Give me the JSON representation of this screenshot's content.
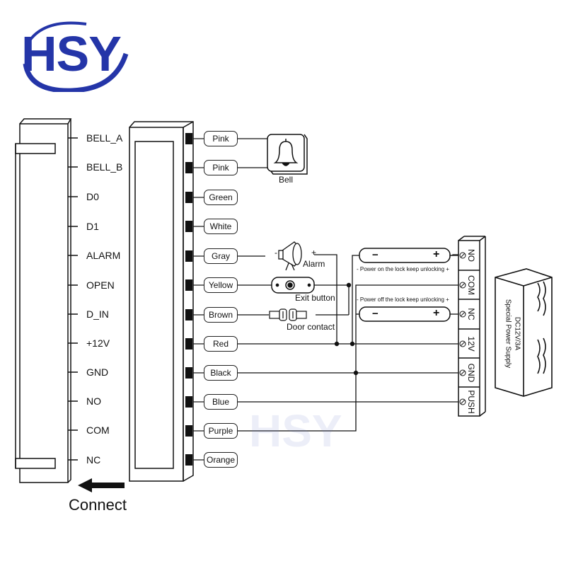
{
  "brand": {
    "logo_text": "HSY",
    "watermark_text": "HSY",
    "logo_color": "#2435a8"
  },
  "reader": {
    "pins": [
      "BELL_A",
      "BELL_B",
      "D0",
      "D1",
      "ALARM",
      "OPEN",
      "D_IN",
      "+12V",
      "GND",
      "NO",
      "COM",
      "NC"
    ]
  },
  "wires": [
    "Pink",
    "Pink",
    "Green",
    "White",
    "Gray",
    "Yellow",
    "Brown",
    "Red",
    "Black",
    "Blue",
    "Purple",
    "Orange"
  ],
  "devices": {
    "bell": "Bell",
    "alarm": "Alarm",
    "alarm_minus": "-",
    "alarm_plus": "+",
    "exit_button": "Exit button",
    "door_contact": "Door contact"
  },
  "lock": {
    "minus": "−",
    "plus": "+",
    "note_no": "- Power on the lock keep unlocking +",
    "note_nc": "- Power off the lock keep unlocking +"
  },
  "power_supply": {
    "terminals": [
      "NO",
      "COM",
      "NC",
      "12V",
      "GND",
      "PUSH"
    ],
    "label_line1": "DC12V/3A",
    "label_line2": "Special Power Supply"
  },
  "connect_label": "Connect",
  "icons": [
    "bell-icon",
    "siren-icon",
    "push-button-icon",
    "door-contact-icon",
    "arrow-left-icon",
    "screw-terminal-icon"
  ]
}
